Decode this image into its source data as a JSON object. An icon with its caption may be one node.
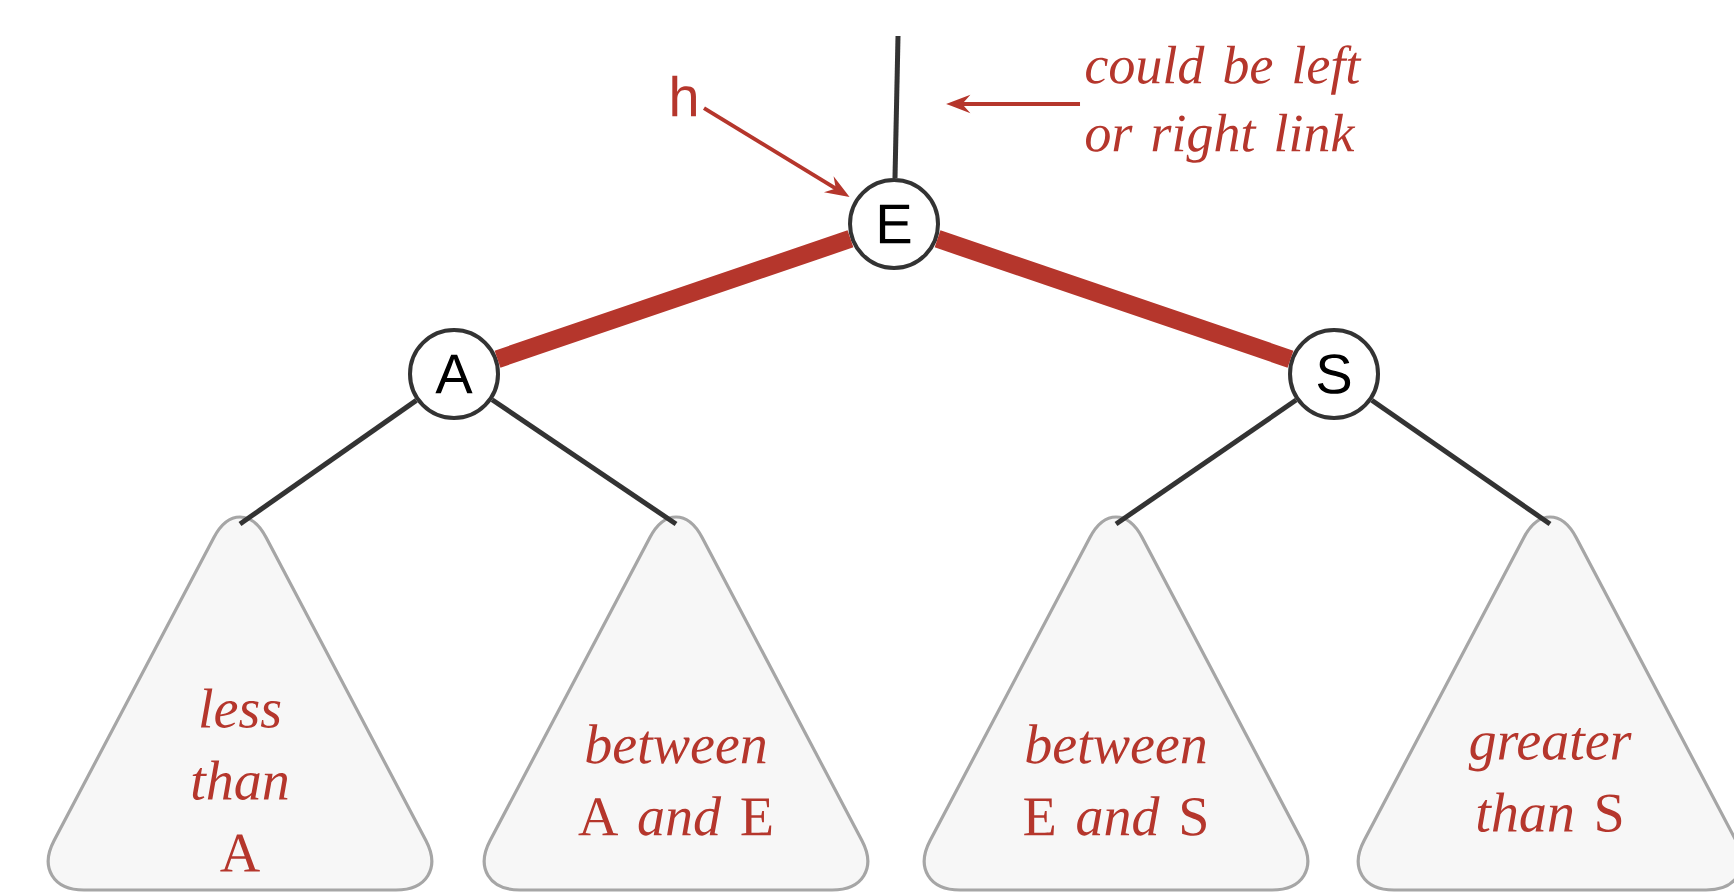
{
  "diagram": {
    "nodes": [
      {
        "text": [
          "E"
        ]
      },
      {
        "text": [
          "A"
        ]
      },
      {
        "text": [
          "S"
        ]
      },
      {
        "text": [
          "*less than* A"
        ]
      },
      {
        "text": [
          "*between* A *and* E"
        ]
      },
      {
        "text": [
          "*between* E *and* S"
        ]
      },
      {
        "text": [
          "*greater than* S"
        ]
      },
      {
        "text": [
          "h"
        ]
      },
      {
        "text": [
          "could be left or right link"
        ]
      }
    ],
    "edges": [
      {
        "from": 0,
        "to": 1,
        "arrow": "none",
        "style": "thick",
        "color": "#b5362c"
      },
      {
        "from": 0,
        "to": 2,
        "arrow": "none",
        "style": "thick",
        "color": "#b5362c"
      },
      {
        "from": 1,
        "to": 3,
        "arrow": "none"
      },
      {
        "from": 1,
        "to": 4,
        "arrow": "none"
      },
      {
        "from": 2,
        "to": 5,
        "arrow": "none"
      },
      {
        "from": 2,
        "to": 6,
        "arrow": "none"
      },
      {
        "from": null,
        "to": 0,
        "arrow": "none"
      },
      {
        "from": 7,
        "to": 0,
        "arrow": "to",
        "color": "#b5362c"
      },
      {
        "from": 8,
        "to": null,
        "arrow": "to",
        "color": "#b5362c"
      }
    ]
  }
}
